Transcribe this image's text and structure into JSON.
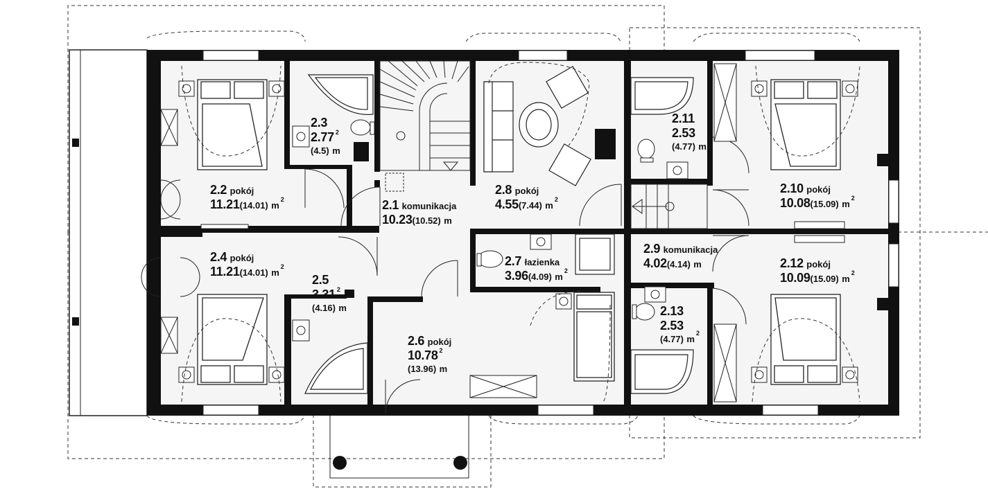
{
  "colors": {
    "wall": "#111111",
    "floor": "#f4f4f4",
    "line": "#222222",
    "dash": "#333333"
  },
  "units": {
    "area": "m",
    "sup": "2"
  },
  "rooms": {
    "r22": {
      "num": "2.2",
      "name": "pokój",
      "area": "11.21",
      "gross": "(14.01)"
    },
    "r23": {
      "num": "2.3",
      "area": "2.77",
      "gross": "(4.5)"
    },
    "r21": {
      "num": "2.1",
      "name": "komunikacja",
      "area": "10.23",
      "gross": "(10.52)"
    },
    "r28": {
      "num": "2.8",
      "name": "pokój",
      "area": "4.55",
      "gross": "(7.44)"
    },
    "r211": {
      "num": "2.11",
      "area": "2.53",
      "gross": "(4.77)"
    },
    "r210": {
      "num": "2.10",
      "name": "pokój",
      "area": "10.08",
      "gross": "(15.09)"
    },
    "r24": {
      "num": "2.4",
      "name": "pokój",
      "area": "11.21",
      "gross": "(14.01)"
    },
    "r25": {
      "num": "2.5",
      "area": "3.31",
      "gross": "(4.16)"
    },
    "r27": {
      "num": "2.7",
      "name": "łazienka",
      "area": "3.96",
      "gross": "(4.09)"
    },
    "r29": {
      "num": "2.9",
      "name": "komunikacja",
      "area": "4.02",
      "gross": "(4.14)"
    },
    "r212": {
      "num": "2.12",
      "name": "pokój",
      "area": "10.09",
      "gross": "(15.09)"
    },
    "r26": {
      "num": "2.6",
      "name": "pokój",
      "area": "10.78",
      "gross": "(13.96)"
    },
    "r213": {
      "num": "2.13",
      "area": "2.53",
      "gross": "(4.77)"
    }
  }
}
